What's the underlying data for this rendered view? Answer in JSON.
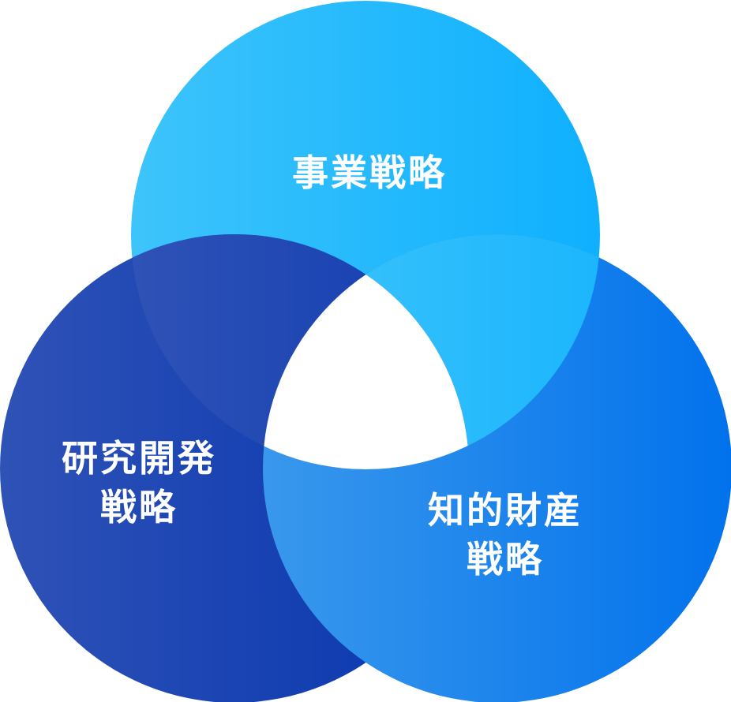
{
  "diagram": {
    "type": "venn",
    "circles": [
      {
        "id": "business",
        "lines": [
          "事業戦略"
        ],
        "gradient": [
          "#3dc4fb",
          "#0fb0fe"
        ]
      },
      {
        "id": "rnd",
        "lines": [
          "研究開発",
          "戦略"
        ],
        "gradient": [
          "#2f52b6",
          "#0636b0"
        ]
      },
      {
        "id": "ip",
        "lines": [
          "知的財産",
          "戦略"
        ],
        "gradient": [
          "#3998ec",
          "#0272ec"
        ]
      }
    ],
    "background": "#ffffff"
  }
}
